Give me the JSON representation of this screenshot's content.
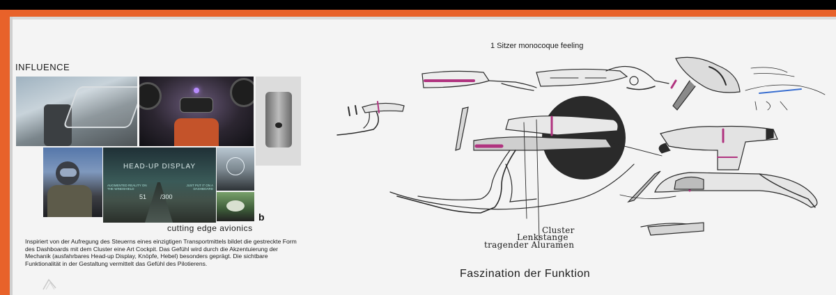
{
  "header": {
    "accent_color": "#e8622a",
    "bar_color": "#000000"
  },
  "influence": {
    "title": "INFLUENCE",
    "photos": [
      {
        "id": "jet-cockpit",
        "subject": "fighter jet cockpit"
      },
      {
        "id": "f1-cockpit",
        "subject": "formula car cockpit"
      },
      {
        "id": "robot-seat",
        "subject": "single-seat monocoque"
      },
      {
        "id": "pilot",
        "subject": "pilot in cockpit"
      },
      {
        "id": "hud",
        "subject": "head-up display"
      },
      {
        "id": "hud-small-1",
        "subject": "HUD view"
      },
      {
        "id": "hud-small-2",
        "subject": "cockpit pod"
      }
    ],
    "hud": {
      "title": "HEAD-UP DISPLAY",
      "left_caption": "AUGMENTED REALITY ON THE WINDSHIELD",
      "right_caption": "JUST PUT IT ON A DASHBOARD",
      "speed": "51",
      "limit": "/300"
    },
    "badge": "b",
    "caption": "cutting edge avionics",
    "description": "Inspiriert von der Aufregung des Steuerns eines einzigtigen Transportmittels bildet die gestreckte Form des Dashboards  mit dem Cluster  eine Art Cockpit. Das Gefühl wird  durch die Akzentuierung der Mechanik (ausfahrbares Head-up Display,  Knöpfe, Hebel) besonders geprägt. Die sichtbare Funktionalität in der Gestaltung vermittelt das Gefühl des Pilotierens."
  },
  "sketch": {
    "title": "1 Sitzer monocoque feeling",
    "accent_color": "#b0337f",
    "labels": {
      "cluster": "Cluster",
      "lenkstange": "Lenkstange",
      "aluramen": "tragender Aluramen"
    },
    "footer": "Faszination der Funktion"
  }
}
